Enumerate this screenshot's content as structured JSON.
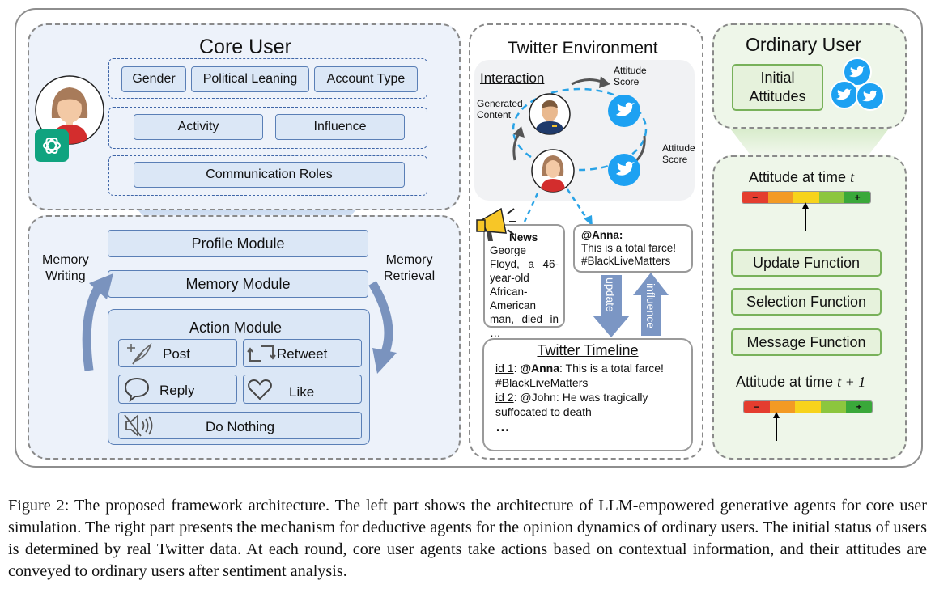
{
  "core_user": {
    "title": "Core User",
    "attributes": [
      "Gender",
      "Political Leaning",
      "Account Type"
    ],
    "activity": "Activity",
    "influence": "Influence",
    "communication_roles": "Communication Roles"
  },
  "modules": {
    "profile": "Profile Module",
    "memory": "Memory Module",
    "action": "Action Module",
    "memory_writing": [
      "Memory",
      "Writing"
    ],
    "memory_retrieval": [
      "Memory",
      "Retrieval"
    ],
    "actions": {
      "post": "Post",
      "retweet": "Retweet",
      "reply": "Reply",
      "like": "Like",
      "do_nothing": "Do Nothing"
    }
  },
  "twitter_env": {
    "title": "Twitter Environment",
    "interaction": "Interaction",
    "attitude_score_1": [
      "Attitude",
      "Score"
    ],
    "attitude_score_2": [
      "Attitude",
      "Score"
    ],
    "generated_content": [
      "Generated",
      "Content"
    ],
    "news": {
      "title": "News",
      "text": "George Floyd, a 46-year-old African-American man, died in …"
    },
    "anna_tweet": {
      "handle": "@Anna:",
      "line1": "This is a total farce!",
      "line2": "#BlackLiveMatters"
    },
    "update_label": "update",
    "influence_label": "influence",
    "timeline": {
      "title": "Twitter Timeline",
      "id1": "id 1",
      "id1_handle": "@Anna",
      "id1_text": ": This is a total farce!",
      "id1_tag": "#BlackLiveMatters",
      "id2": "id 2",
      "id2_text": ": @John: He was tragically",
      "id2_text2": "suffocated to death",
      "ellipsis": "…"
    }
  },
  "ordinary_user": {
    "title": "Ordinary User",
    "initial_attitudes": [
      "Initial",
      "Attitudes"
    ],
    "attitude_t": "Attitude at time",
    "attitude_t_var": "t",
    "attitude_t1": "Attitude at time",
    "attitude_t1_var": "t + 1",
    "update_function": "Update Function",
    "selection_function": "Selection Function",
    "message_function": "Message Function",
    "scale_minus": "−",
    "scale_plus": "+",
    "scale_colors": [
      "#e43d2f",
      "#f39a24",
      "#f7d31c",
      "#8cc63e",
      "#3aa83a"
    ],
    "marker_t_fraction": 0.5,
    "marker_t1_fraction": 0.26
  },
  "caption": "Figure 2: The proposed framework architecture. The left part shows the architecture of LLM-empowered generative agents for core user simulation. The right part presents the mechanism for deductive agents for the opinion dynamics of ordinary users. The initial status of users is determined by real Twitter data. At each round, core user agents take actions based on contextual information, and their attitudes are conveyed to ordinary users after sentiment analysis."
}
